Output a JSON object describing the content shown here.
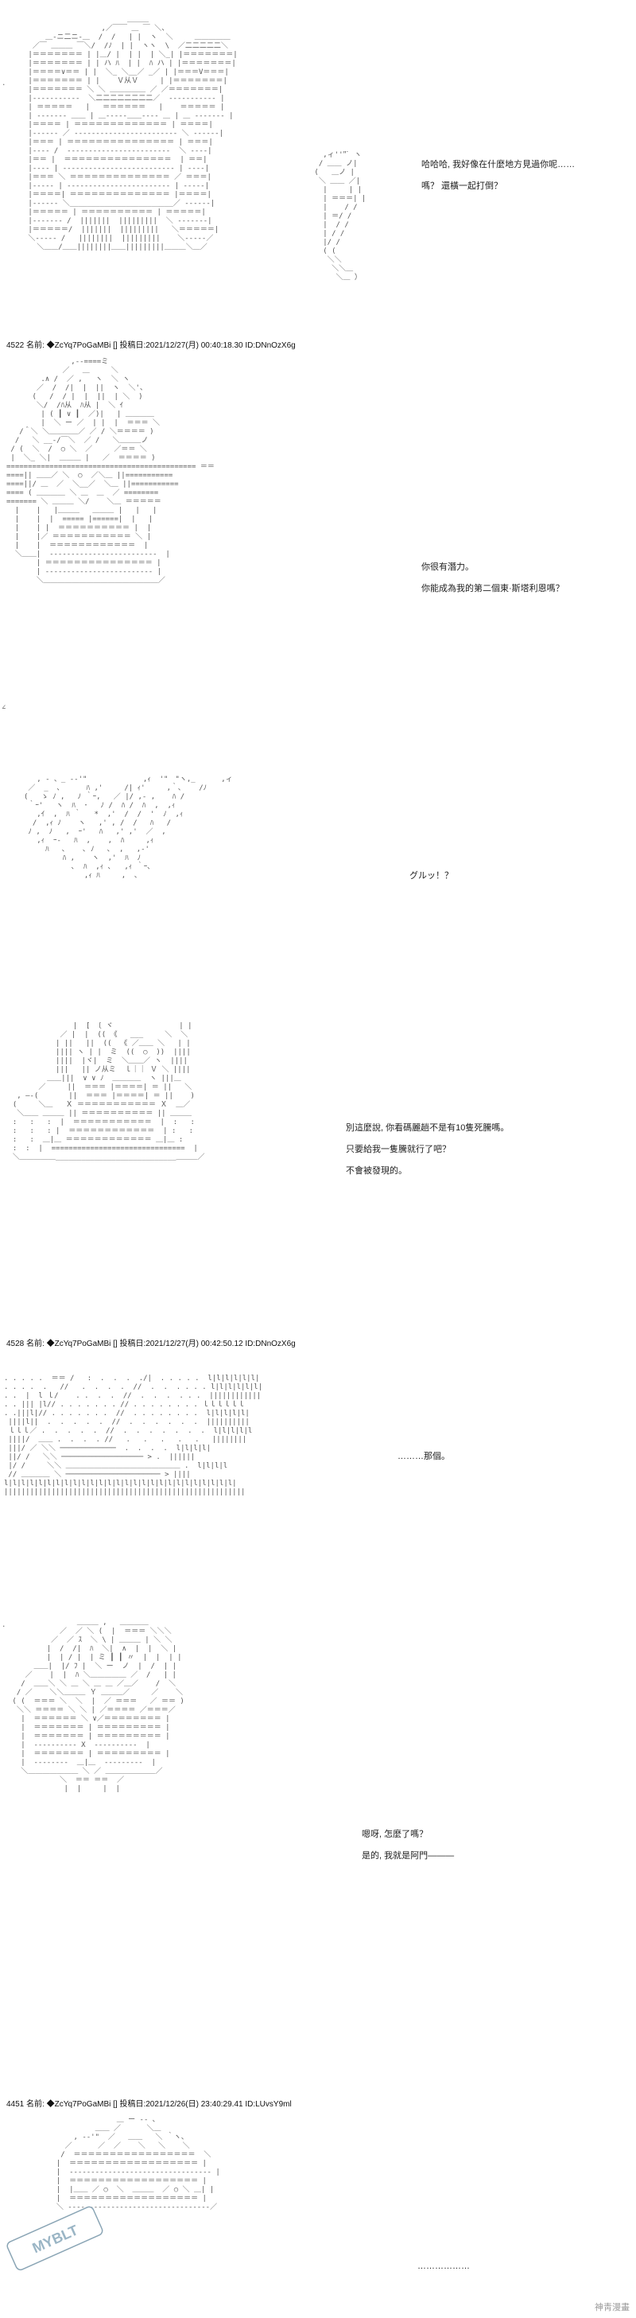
{
  "panels": [
    {
      "speech": [
        "哈哈哈, 我好像在什麼地方見過你呢……",
        "嗎？ 還橫一起打倒？"
      ]
    },
    {
      "header": "4522 名前: ◆ZcYq7PoGaMBi [] 投稿日:2021/12/27(月) 00:40:18.30 ID:DNnOzX6g",
      "speech": [
        "你很有潛力。",
        "你能成為我的第二個東·斯塔利恩嗎？"
      ]
    },
    {
      "speech": [
        "グルッ！？"
      ]
    },
    {
      "speech": [
        "別這麼說, 你看碼麗趟不是有10隻死騰嗎。",
        "只要給我一隻騰就行了吧？",
        "不會被發現的。"
      ]
    },
    {
      "header": "4528 名前: ◆ZcYq7PoGaMBi [] 投稿日:2021/12/27(月) 00:42:50.12 ID:DNnOzX6g",
      "speech": [
        "………那個。"
      ]
    },
    {
      "speech": [
        "嗯呀, 怎麼了嗎？",
        "是的, 我就是阿門———"
      ]
    },
    {
      "header": "4451 名前: ◆ZcYq7PoGaMBi [] 投稿日:2021/12/26(日) 23:40:29.41 ID:LUvsY9ml",
      "speech": [
        "………………"
      ]
    }
  ],
  "watermark": {
    "left_text": "MYBLT",
    "right_text": "神靑漫畫"
  }
}
